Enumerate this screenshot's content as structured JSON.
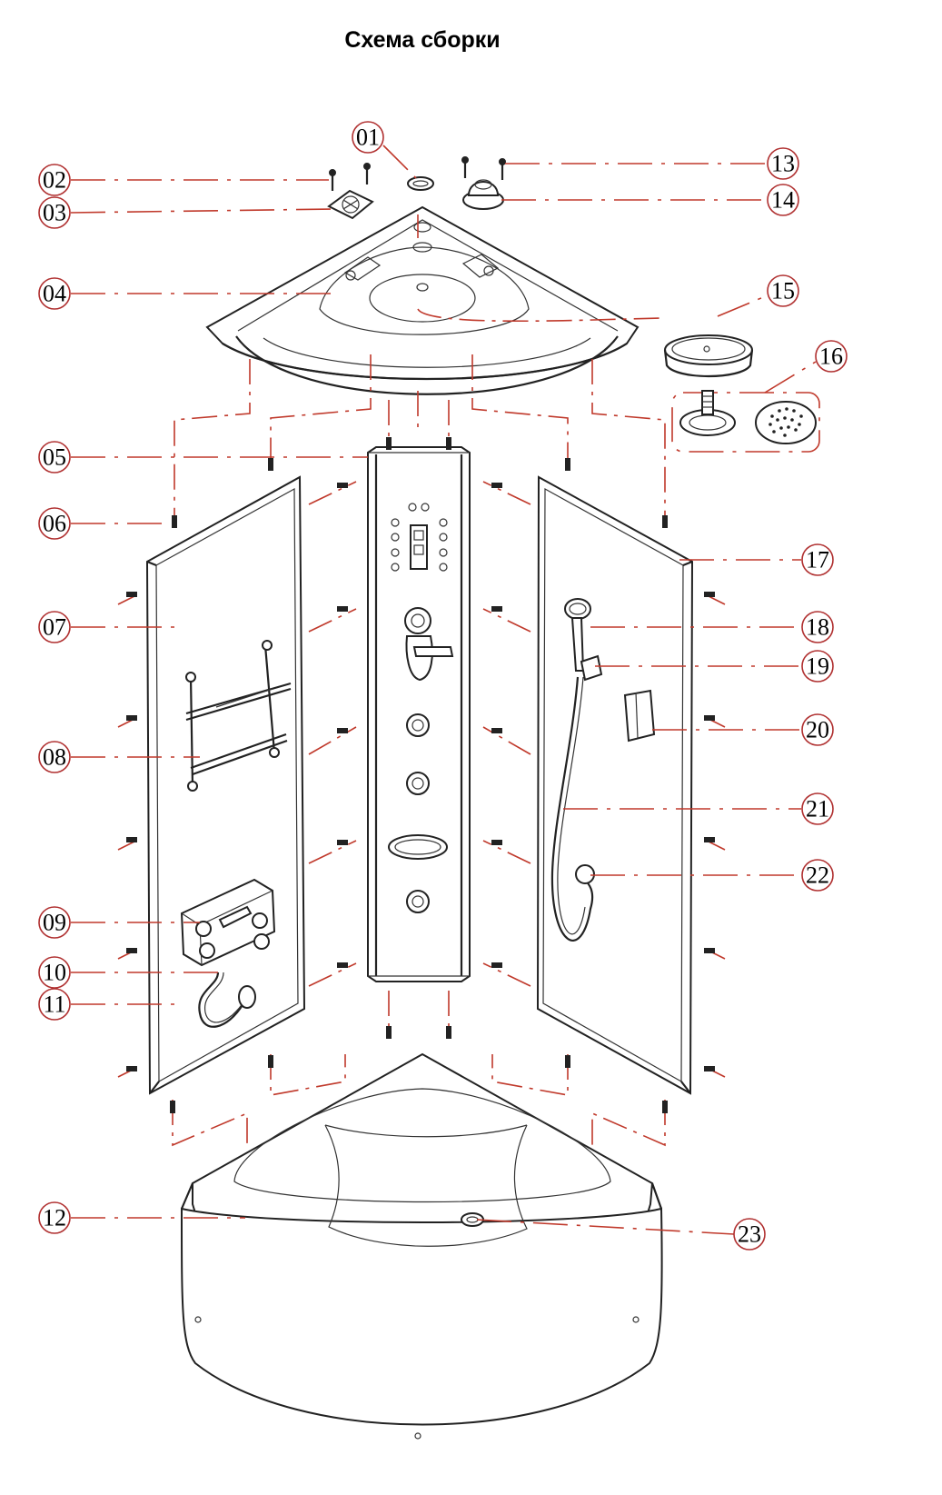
{
  "title": "Схема сборки",
  "callouts": [
    {
      "id": "c01",
      "label": "01"
    },
    {
      "id": "c02",
      "label": "02"
    },
    {
      "id": "c03",
      "label": "03"
    },
    {
      "id": "c04",
      "label": "04"
    },
    {
      "id": "c05",
      "label": "05"
    },
    {
      "id": "c06",
      "label": "06"
    },
    {
      "id": "c07",
      "label": "07"
    },
    {
      "id": "c08",
      "label": "08"
    },
    {
      "id": "c09",
      "label": "09"
    },
    {
      "id": "c10",
      "label": "10"
    },
    {
      "id": "c11",
      "label": "11"
    },
    {
      "id": "c12",
      "label": "12"
    },
    {
      "id": "c13",
      "label": "13"
    },
    {
      "id": "c14",
      "label": "14"
    },
    {
      "id": "c15",
      "label": "15"
    },
    {
      "id": "c16",
      "label": "16"
    },
    {
      "id": "c17",
      "label": "17"
    },
    {
      "id": "c18",
      "label": "18"
    },
    {
      "id": "c19",
      "label": "19"
    },
    {
      "id": "c20",
      "label": "20"
    },
    {
      "id": "c21",
      "label": "21"
    },
    {
      "id": "c22",
      "label": "22"
    },
    {
      "id": "c23",
      "label": "23"
    }
  ],
  "colors": {
    "callout_ring": "#b03030",
    "leader_line": "#c0392b",
    "drawing_line": "#222222"
  }
}
